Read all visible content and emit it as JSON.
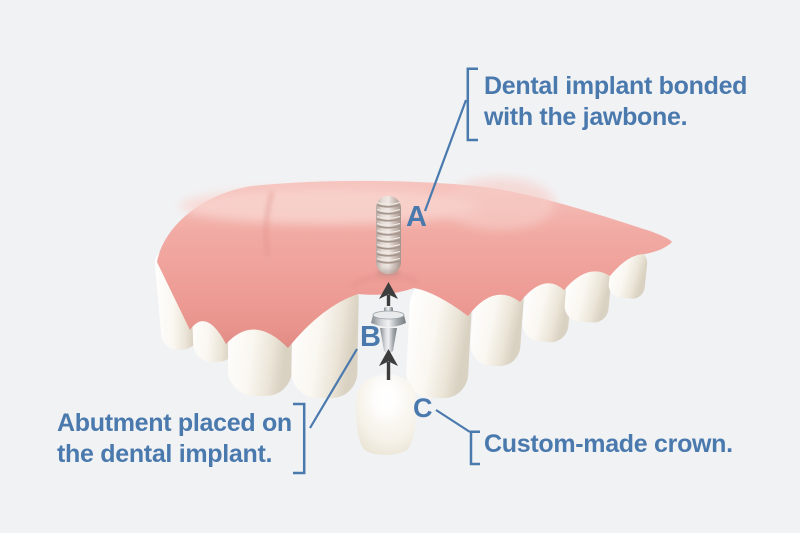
{
  "colors": {
    "background": "#f1f2f4",
    "annotation_blue": "#4a79ae",
    "arrow_dark": "#3e3d3d",
    "gum_main": "#efa29b",
    "gum_light": "#f6c2bb",
    "tooth_light": "#ffffff",
    "tooth_shade": "#d9d1c1",
    "implant_metal": "#cfc2bb",
    "abutment_metal": "#c6c9cc",
    "crown_ivory": "#f4efe4"
  },
  "diagram": {
    "labels": {
      "implant": "A",
      "abutment": "B",
      "crown": "C"
    },
    "captions": {
      "implant": "Dental implant bonded\nwith the jawbone.",
      "abutment": "Abutment placed on\nthe dental implant.",
      "crown": "Custom-made crown."
    }
  }
}
